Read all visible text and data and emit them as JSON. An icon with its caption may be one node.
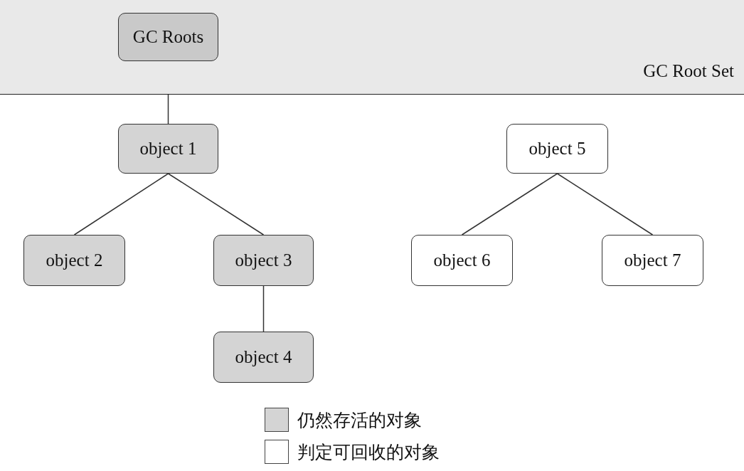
{
  "diagram": {
    "nodes": [
      {
        "text": [
          "GC Root Set"
        ]
      },
      {
        "text": [
          "GC Roots"
        ],
        "in": 0
      },
      {
        "text": [
          "object 1"
        ]
      },
      {
        "text": [
          "object 2"
        ]
      },
      {
        "text": [
          "object 3"
        ]
      },
      {
        "text": [
          "object 4"
        ]
      },
      {
        "text": [
          "object 5"
        ]
      },
      {
        "text": [
          "object 6"
        ]
      },
      {
        "text": [
          "object 7"
        ]
      }
    ],
    "edges": [
      {
        "from": 1,
        "to": 2,
        "arrow": "none"
      },
      {
        "from": 2,
        "to": 3,
        "arrow": "none"
      },
      {
        "from": 2,
        "to": 4,
        "arrow": "none"
      },
      {
        "from": 4,
        "to": 5,
        "arrow": "none"
      },
      {
        "from": 6,
        "to": 7,
        "arrow": "none"
      },
      {
        "from": 6,
        "to": 8,
        "arrow": "none"
      }
    ],
    "legend": [
      {
        "text": "仍然存活的对象",
        "color": "#d4d4d4"
      },
      {
        "text": "判定可回收的对象",
        "color": "#ffffff"
      }
    ]
  }
}
